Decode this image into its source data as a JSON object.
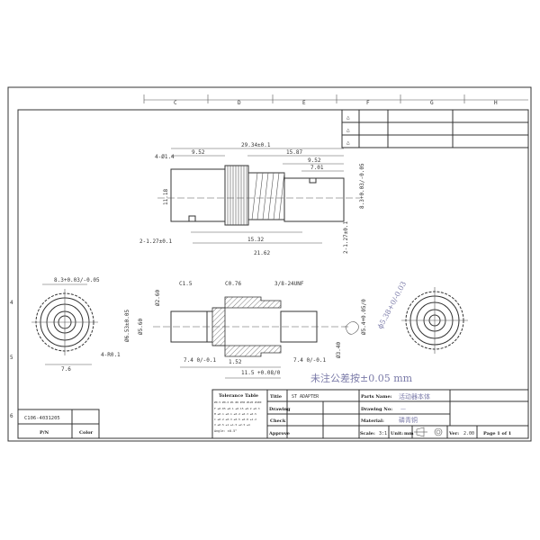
{
  "grid": {
    "columns": [
      "C",
      "D",
      "E",
      "F",
      "G",
      "H"
    ],
    "rows": [
      "4",
      "5",
      "6"
    ]
  },
  "revision_table": {
    "rows": [
      "△",
      "△",
      "△"
    ]
  },
  "dimensions": {
    "top_view": [
      "29.34±0.1",
      "9.52",
      "15.87",
      "9.52",
      "7.01",
      "4-Ø1.4",
      "11.18",
      "8.3+0.03/-0.05",
      "2-1.27±0.1",
      "15.32",
      "21.62",
      "2-1.27±0.1"
    ],
    "side_view_left": [
      "8.3+0.03/-0.05",
      "4-R0.1",
      "7.6"
    ],
    "section_view": [
      "C1.5",
      "C0.76",
      "3/8-24UNF",
      "Ø2.60",
      "Ø6.53±0.05",
      "Ø5.60",
      "7.4 0/-0.1",
      "1.52",
      "7.4 0/-0.1",
      "11.5 +0.08/0",
      "Ø3.40",
      "Ø5.4+0.05/0"
    ]
  },
  "annotations": {
    "handwritten_diameter": "ϕ5.38+0/-0.03",
    "handwritten_tolerance_note": "未注公差按±0.05 mm"
  },
  "part_block": {
    "part_number": "C106-4031205",
    "pn_label": "P/N",
    "color_label": "Color"
  },
  "title_block": {
    "tolerance_table_title": "Tolerance Table",
    "tolerance_table_rows": [
      "Ø0.5 Ø0.6 Ø1 Ø6 Ø30 Ø120 Ø400",
      "F ±0.05 ±0.1 ±0.15 ±0.2 ±0.3",
      "M ±0.1 ±0.1 ±0.2 ±0.3 ±0.5",
      "C ±0.2 ±0.3 ±0.5 ±0.8 ±1.2",
      "V ±0.5 ±1 ±1.5 ±2.5 ±4",
      "Angle: ±0.5°"
    ],
    "title_label": "Title",
    "title_value": "ST ADAPTER",
    "drawing_label": "Drawing",
    "check_label": "Check",
    "approve_label": "Approve",
    "parts_name_label": "Parts Name:",
    "parts_name_value": "活动器本体",
    "drawing_no_label": "Drawing No:",
    "drawing_no_value": "—",
    "material_label": "Material:",
    "material_value": "磷青铜",
    "scale_label": "Scale:",
    "scale_value": "3:1",
    "unit_label": "Unit:",
    "unit_value": "mm",
    "ver_label": "Ver:",
    "ver_value": "2.00",
    "page_label": "Page 1 of 1"
  }
}
